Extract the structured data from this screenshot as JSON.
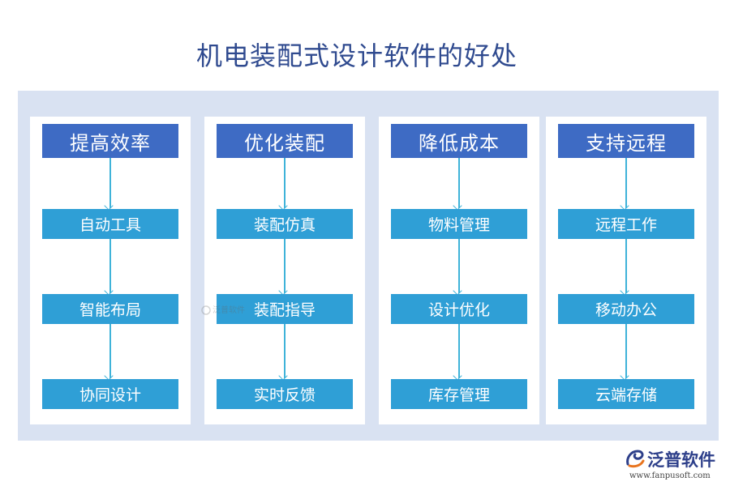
{
  "title": "机电装配式设计软件的好处",
  "columns": [
    {
      "header": "提高效率",
      "items": [
        "自动工具",
        "智能布局",
        "协同设计"
      ]
    },
    {
      "header": "优化装配",
      "items": [
        "装配仿真",
        "装配指导",
        "实时反馈"
      ]
    },
    {
      "header": "降低成本",
      "items": [
        "物料管理",
        "设计优化",
        "库存管理"
      ]
    },
    {
      "header": "支持远程",
      "items": [
        "远程工作",
        "移动办公",
        "云端存储"
      ]
    }
  ],
  "logo": {
    "name": "泛普软件",
    "url": "www.fanpusoft.com",
    "watermark": "泛普软件"
  },
  "colors": {
    "header": "#3e6bc4",
    "item": "#2f9fd6",
    "panel": "#d9e2f2",
    "arrow": "#3fb3d9",
    "title": "#2f4a8f"
  },
  "icons": {
    "arrow": "down-arrow-icon",
    "logo": "fanpu-logo-icon"
  }
}
